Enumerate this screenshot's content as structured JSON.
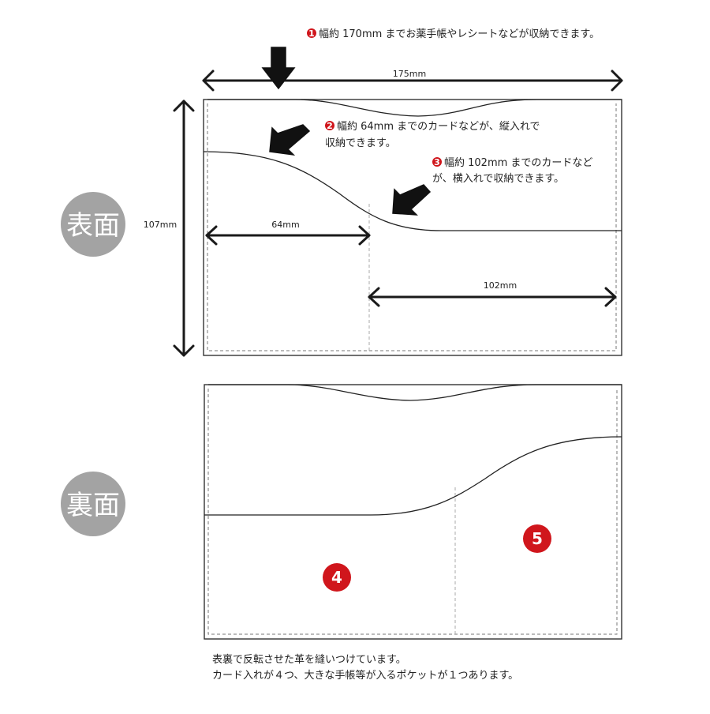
{
  "front_label": "表面",
  "back_label": "裏面",
  "annotation1": {
    "number": "1",
    "text": "幅約 170mm までお薬手帳やレシートなどが収納できます。"
  },
  "annotation2": {
    "number": "2",
    "line1": "幅約 64mm までのカードなどが、縦入れで",
    "line2": "収納できます。"
  },
  "annotation3": {
    "number": "3",
    "line1": "幅約 102mm までのカードなど",
    "line2": "が、横入れで収納できます。"
  },
  "dims": {
    "width": "175mm",
    "height": "107mm",
    "left_pocket": "64mm",
    "right_pocket": "102mm"
  },
  "pocket4": "4",
  "pocket5": "5",
  "bottom_note": {
    "line1": "表裏で反転させた革を縫いつけています。",
    "line2": "カード入れが４つ、大きな手帳等が入るポケットが１つあります。"
  },
  "colors": {
    "badge_gray": "#a3a3a3",
    "number_red": "#d0161c",
    "line": "#222222"
  }
}
